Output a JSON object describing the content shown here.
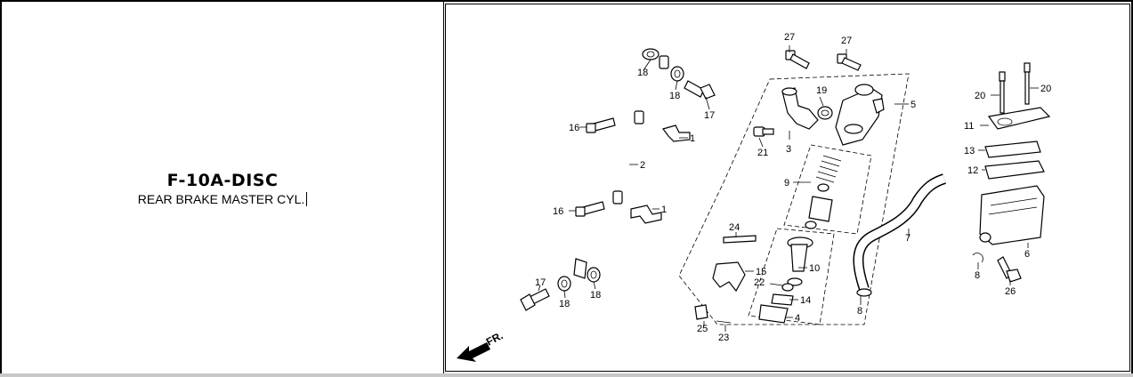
{
  "section": {
    "code": "F-10A-DISC",
    "name": "REAR BRAKE MASTER CYL."
  },
  "diagram": {
    "direction_label": "FR.",
    "callouts": {
      "c1a": "1",
      "c1b": "1",
      "c2": "2",
      "c3": "3",
      "c4": "4",
      "c5": "5",
      "c6": "6",
      "c7": "7",
      "c8a": "8",
      "c8b": "8",
      "c9": "9",
      "c10": "10",
      "c11": "11",
      "c12": "12",
      "c13": "13",
      "c14": "14",
      "c15": "15",
      "c16a": "16",
      "c16b": "16",
      "c17a": "17",
      "c17b": "17",
      "c18a": "18",
      "c18b": "18",
      "c18c": "18",
      "c18d": "18",
      "c19": "19",
      "c20a": "20",
      "c20b": "20",
      "c21": "21",
      "c22": "22",
      "c23": "23",
      "c24": "24",
      "c25": "25",
      "c26": "26",
      "c27a": "27",
      "c27b": "27"
    }
  },
  "colors": {
    "line": "#000000",
    "bottom_bar": "#c8c8c8"
  }
}
